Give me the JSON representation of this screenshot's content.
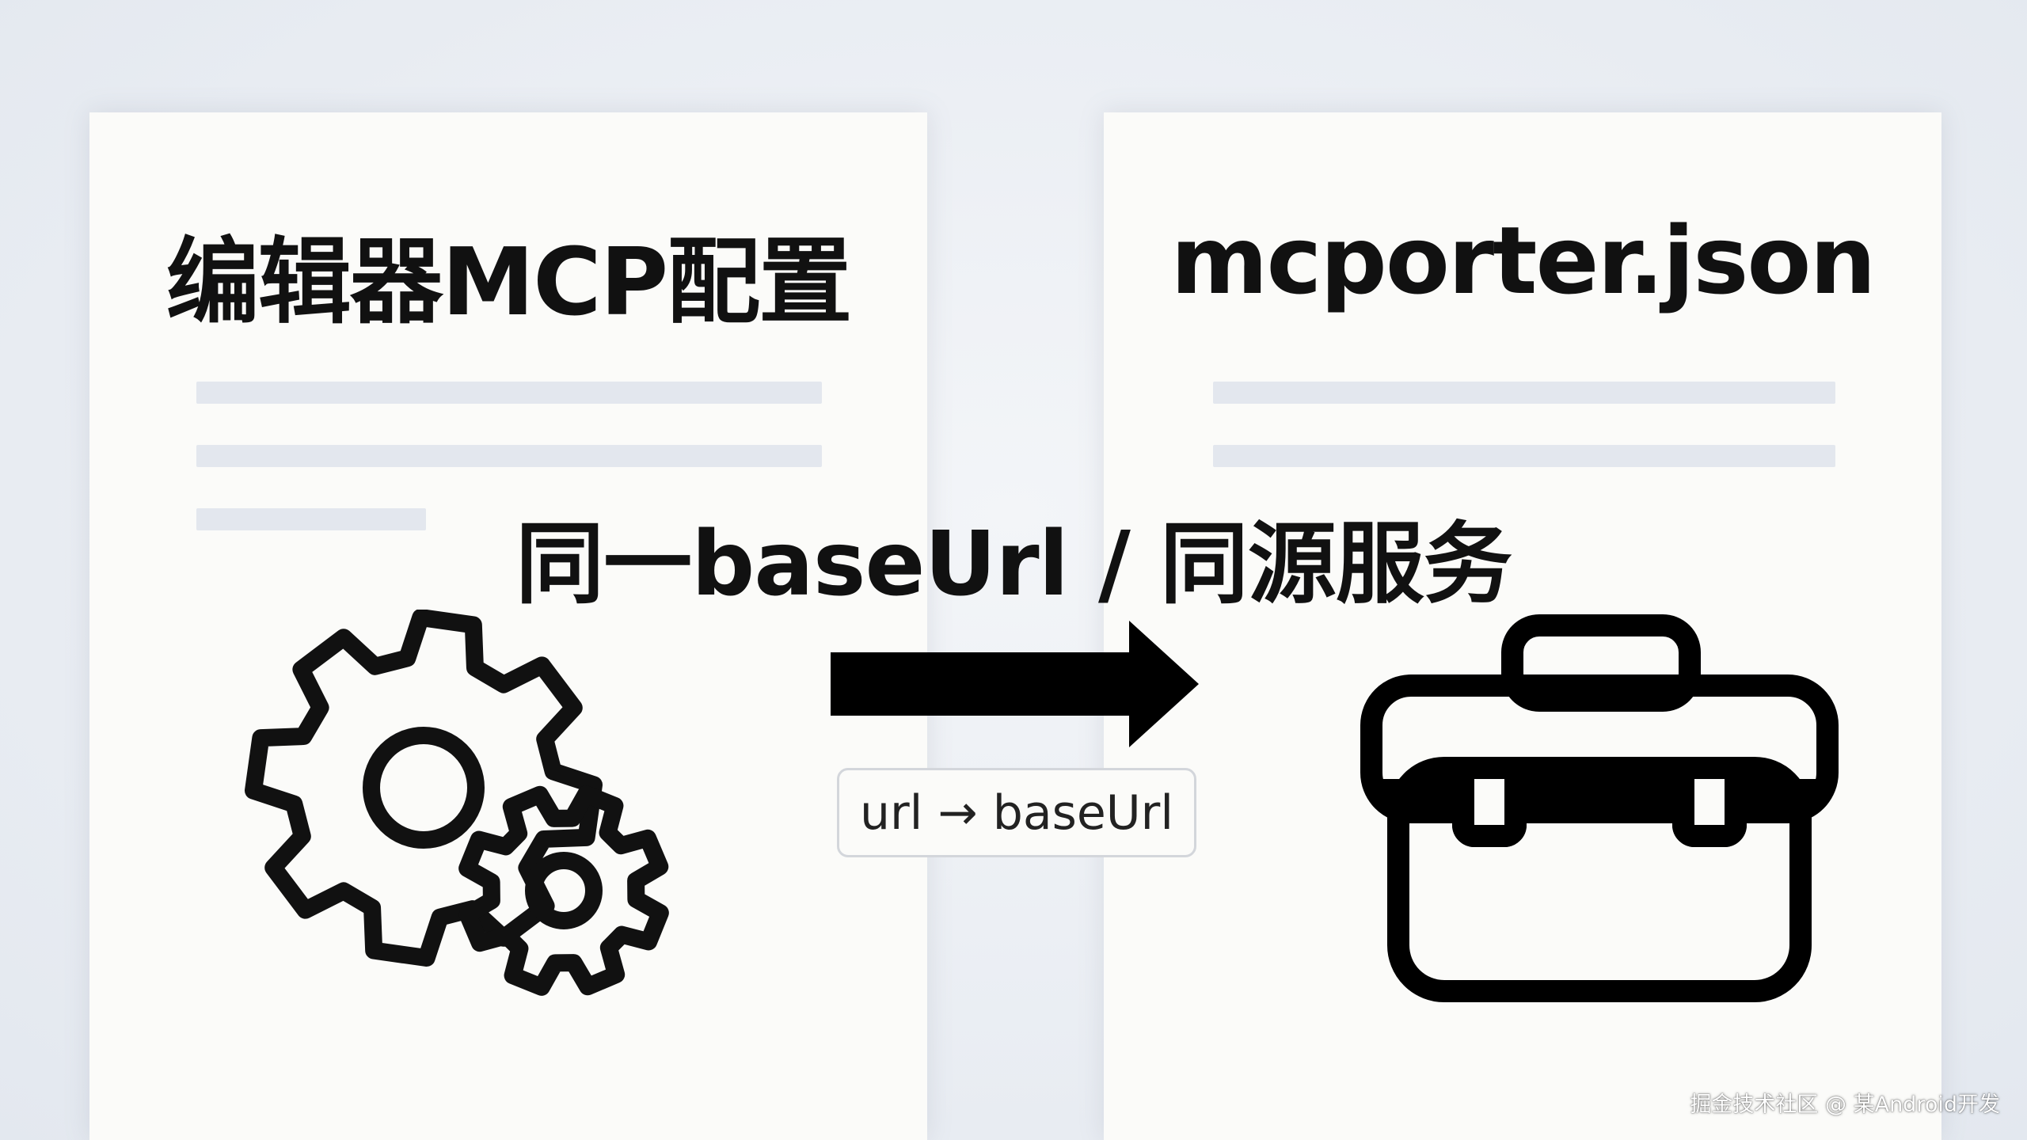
{
  "left_card": {
    "title": "编辑器MCP配置",
    "icon": "gears-icon"
  },
  "right_card": {
    "title": "mcporter.json",
    "icon": "toolbox-icon"
  },
  "center_label": "同一baseUrl / 同源服务",
  "arrow": {
    "icon": "arrow-right-icon",
    "label": "url → baseUrl"
  },
  "watermark": "掘金技术社区 @ 某Android开发",
  "colors": {
    "background": "#e9edf3",
    "card": "#fbfbf9",
    "placeholder_line": "#e3e7ee",
    "ink": "#111111"
  }
}
